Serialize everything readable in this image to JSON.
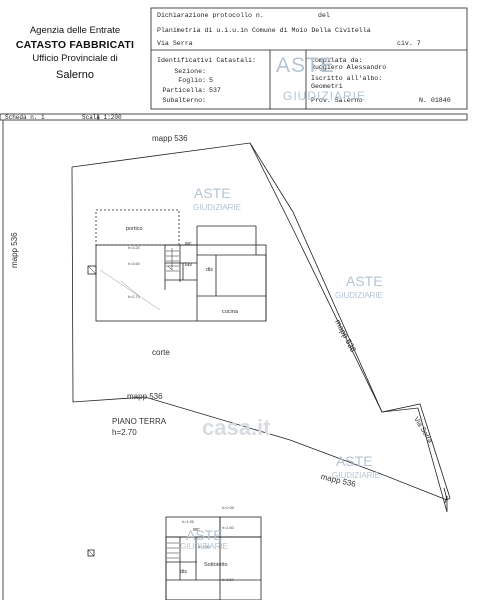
{
  "agency": {
    "line1": "Agenzia delle Entrate",
    "line2": "CATASTO FABBRICATI",
    "line3": "Ufficio Provinciale di",
    "line4": "Salerno"
  },
  "header": {
    "dichiarazione": "Dichiarazione protocollo n.",
    "del": "del",
    "planimetria": "Planimetria di u.i.u.in Comune di Moio Della Civitella",
    "via": "Via Serra",
    "civ": "civ. 7"
  },
  "identificativi": {
    "title": "Identificativi Catastali:",
    "sezione_label": "Sezione:",
    "sezione_value": "",
    "foglio_label": "Foglio:",
    "foglio_value": "5",
    "particella_label": "Particella:",
    "particella_value": "537",
    "subalterno_label": "Subalterno:",
    "subalterno_value": ""
  },
  "compilata": {
    "label": "Compilata da:",
    "name": "Ruggiero Alessandro",
    "iscritto": "Iscritto all'albo:",
    "albo": "Geometri",
    "prov": "Prov. Salerno",
    "numero": "N. 01840"
  },
  "scheda": {
    "scheda": "Scheda n. 1",
    "scala": "Scala 1:200"
  },
  "plan": {
    "mapp_top": "mapp 536",
    "mapp_left": "mapp 536",
    "mapp_right": "mapp 536",
    "mapp_mid": "mapp 536",
    "mapp_bottom": "mapp 536",
    "via_serra": "Via Serra",
    "corte": "corte",
    "piano_terra": "PIANO TERRA",
    "h_piano": "h=2.70"
  },
  "rooms": {
    "portico": "portico",
    "wc": "wc",
    "lav": "lav",
    "dis": "dis",
    "cucina": "cucina",
    "h320": "h=3.20",
    "h360": "h=3.60",
    "h270": "h=2.70",
    "up_wc": "wc",
    "up_dis": "dis",
    "sottotetto": "Sottotetto",
    "up_h195": "h=1.95",
    "up_h095": "h=0.95",
    "up_h160": "h=1.60",
    "up_h180": "h=1.80",
    "up_h350": "h=3.50"
  },
  "watermarks": {
    "aste": "ASTE",
    "giudiziarie": "GIUDIZIARIE",
    "casa": "casa.it"
  },
  "colors": {
    "ink": "#111111",
    "watermark": "#b4c4d3",
    "casa_watermark": "#d8dbdf"
  }
}
